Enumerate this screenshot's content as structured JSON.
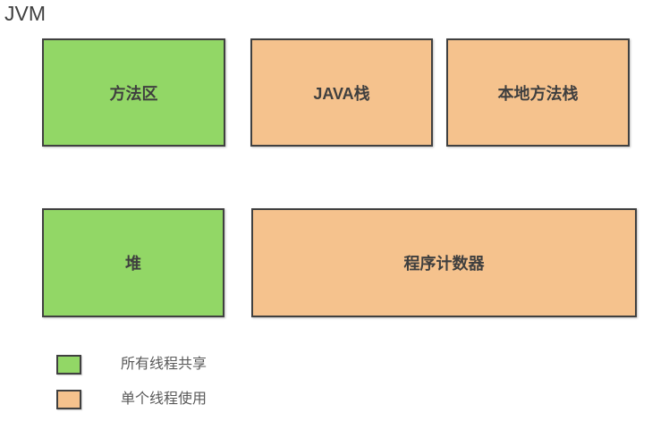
{
  "title": "JVM",
  "colors": {
    "shared_fill": "#92d766",
    "private_fill": "#f5c28d",
    "box_border": "#404040",
    "box_label_text": "#3f3f3f",
    "legend_text": "#595959",
    "title_text": "#404040"
  },
  "boxes": [
    {
      "label": "方法区",
      "type": "shared"
    },
    {
      "label": "JAVA栈",
      "type": "private"
    },
    {
      "label": "本地方法栈",
      "type": "private"
    },
    {
      "label": "堆",
      "type": "shared"
    },
    {
      "label": "程序计数器",
      "type": "private"
    }
  ],
  "legend": [
    {
      "swatch": "#92d766",
      "label": "所有线程共享"
    },
    {
      "swatch": "#f5c28d",
      "label": "单个线程使用"
    }
  ]
}
